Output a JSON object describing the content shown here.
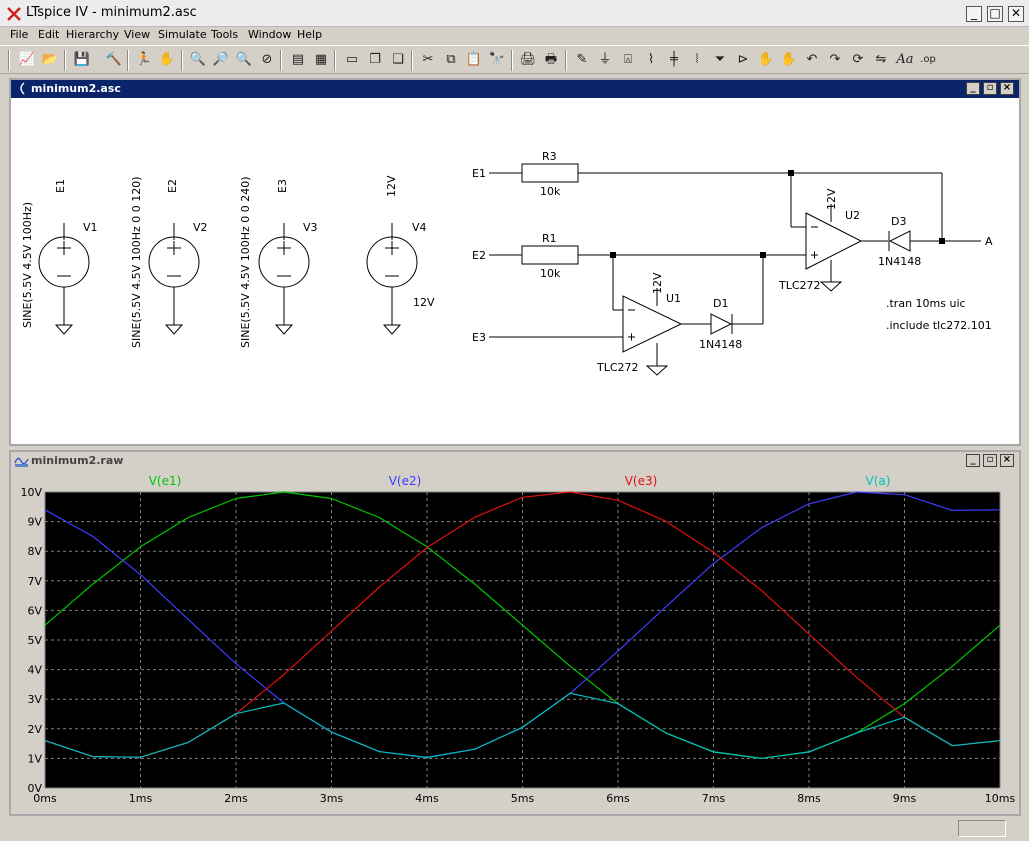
{
  "window": {
    "title": "LTspice IV - minimum2.asc"
  },
  "menu": [
    "File",
    "Edit",
    "Hierarchy",
    "View",
    "Simulate",
    "Tools",
    "Window",
    "Help"
  ],
  "toolbar_icons": [
    "new-schematic-icon",
    "open-icon",
    "save-icon",
    "control-panel-icon",
    "run-icon",
    "halt-icon",
    "zoom-in-icon",
    "zoom-pan-icon",
    "zoom-out-icon",
    "zoom-cancel-icon",
    "autorange-icon",
    "fit-icon",
    "tile-horizontal-icon",
    "cascade-icon",
    "tile-vertical-icon",
    "cut-icon",
    "copy-icon",
    "paste-icon",
    "find-icon",
    "print-preview-icon",
    "print-icon",
    "draw-wire-icon",
    "ground-icon",
    "label-net-icon",
    "resistor-icon",
    "capacitor-icon",
    "inductor-icon",
    "diode-icon",
    "component-icon",
    "move-icon",
    "drag-icon",
    "undo-icon",
    "redo-icon",
    "rotate-icon",
    "mirror-icon",
    "text-icon",
    "spice-directive-icon"
  ],
  "schematic": {
    "tab_title": "minimum2.asc",
    "sources": [
      {
        "ref": "V1",
        "net": "E1",
        "value": "SINE(5.5V 4.5V 100Hz)"
      },
      {
        "ref": "V2",
        "net": "E2",
        "value": "SINE(5.5V 4.5V 100Hz 0 0 120)"
      },
      {
        "ref": "V3",
        "net": "E3",
        "value": "SINE(5.5V 4.5V 100Hz 0 0 240)"
      },
      {
        "ref": "V4",
        "net": "12V",
        "value": "12V"
      }
    ],
    "net_labels": {
      "e1": "E1",
      "e2": "E2",
      "e3": "E3",
      "a": "A",
      "vcc1": "12V",
      "vcc2": "12V"
    },
    "resistors": [
      {
        "ref": "R3",
        "value": "10k"
      },
      {
        "ref": "R1",
        "value": "10k"
      }
    ],
    "opamps": [
      {
        "ref": "U1",
        "model": "TLC272"
      },
      {
        "ref": "U2",
        "model": "TLC272"
      }
    ],
    "diodes": [
      {
        "ref": "D1",
        "model": "1N4148"
      },
      {
        "ref": "D3",
        "model": "1N4148"
      }
    ],
    "directives": [
      ".tran 10ms uic",
      ".include tlc272.101"
    ]
  },
  "plot": {
    "tab_title": "minimum2.raw",
    "colors": {
      "bg": "#000000",
      "grid": "#808080",
      "e1": "#00c800",
      "e2": "#3c3cff",
      "e3": "#e01010",
      "a": "#00c0c0"
    }
  },
  "chart_data": {
    "type": "line",
    "xlabel": "",
    "ylabel": "",
    "xlim": [
      0,
      10
    ],
    "ylim": [
      0,
      10
    ],
    "x_ticks": [
      "0ms",
      "1ms",
      "2ms",
      "3ms",
      "4ms",
      "5ms",
      "6ms",
      "7ms",
      "8ms",
      "9ms",
      "10ms"
    ],
    "y_ticks": [
      "0V",
      "1V",
      "2V",
      "3V",
      "4V",
      "5V",
      "6V",
      "7V",
      "8V",
      "9V",
      "10V"
    ],
    "x_units": "ms",
    "y_units": "V",
    "grid": true,
    "x": [
      0,
      0.5,
      1,
      1.5,
      2,
      2.5,
      3,
      3.5,
      4,
      4.5,
      5,
      5.5,
      6,
      6.5,
      7,
      7.5,
      8,
      8.5,
      9,
      9.5,
      10
    ],
    "series": [
      {
        "name": "V(e1)",
        "values": [
          5.5,
          6.89,
          8.15,
          9.14,
          9.78,
          10.0,
          9.78,
          9.14,
          8.15,
          6.89,
          5.5,
          4.11,
          2.85,
          1.86,
          1.22,
          1.0,
          1.22,
          1.86,
          2.85,
          4.11,
          5.5
        ]
      },
      {
        "name": "V(e2)",
        "values": [
          9.4,
          8.5,
          7.21,
          5.69,
          4.2,
          2.87,
          1.89,
          1.23,
          1.03,
          1.31,
          2.05,
          3.2,
          4.62,
          6.12,
          7.58,
          8.79,
          9.6,
          10.0,
          9.91,
          9.38,
          9.4
        ]
      },
      {
        "name": "V(e3)",
        "values": [
          1.6,
          1.06,
          1.04,
          1.54,
          2.51,
          3.83,
          5.3,
          6.79,
          8.12,
          9.15,
          9.82,
          10.0,
          9.72,
          9.01,
          7.96,
          6.68,
          5.2,
          3.73,
          2.39,
          1.43,
          1.6
        ]
      },
      {
        "name": "V(a)",
        "values": [
          1.6,
          1.06,
          1.04,
          1.54,
          2.51,
          2.87,
          1.89,
          1.23,
          1.03,
          1.31,
          2.05,
          3.2,
          2.85,
          1.86,
          1.22,
          1.0,
          1.22,
          1.86,
          2.39,
          1.43,
          1.6
        ]
      }
    ]
  }
}
